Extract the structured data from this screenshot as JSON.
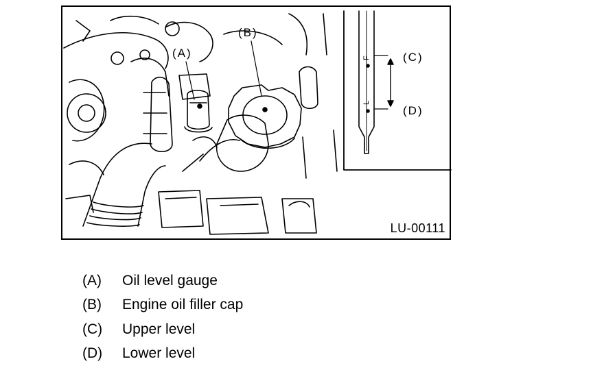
{
  "figure": {
    "code": "LU-00111",
    "callouts": {
      "a": "(A)",
      "b": "(B)",
      "c": "(C)",
      "d": "(D)"
    },
    "gauge_marks": {
      "upper": "F",
      "lower": "L"
    }
  },
  "legend": [
    {
      "key": "(A)",
      "text": "Oil level gauge"
    },
    {
      "key": "(B)",
      "text": "Engine oil filler cap"
    },
    {
      "key": "(C)",
      "text": "Upper level"
    },
    {
      "key": "(D)",
      "text": "Lower level"
    }
  ]
}
